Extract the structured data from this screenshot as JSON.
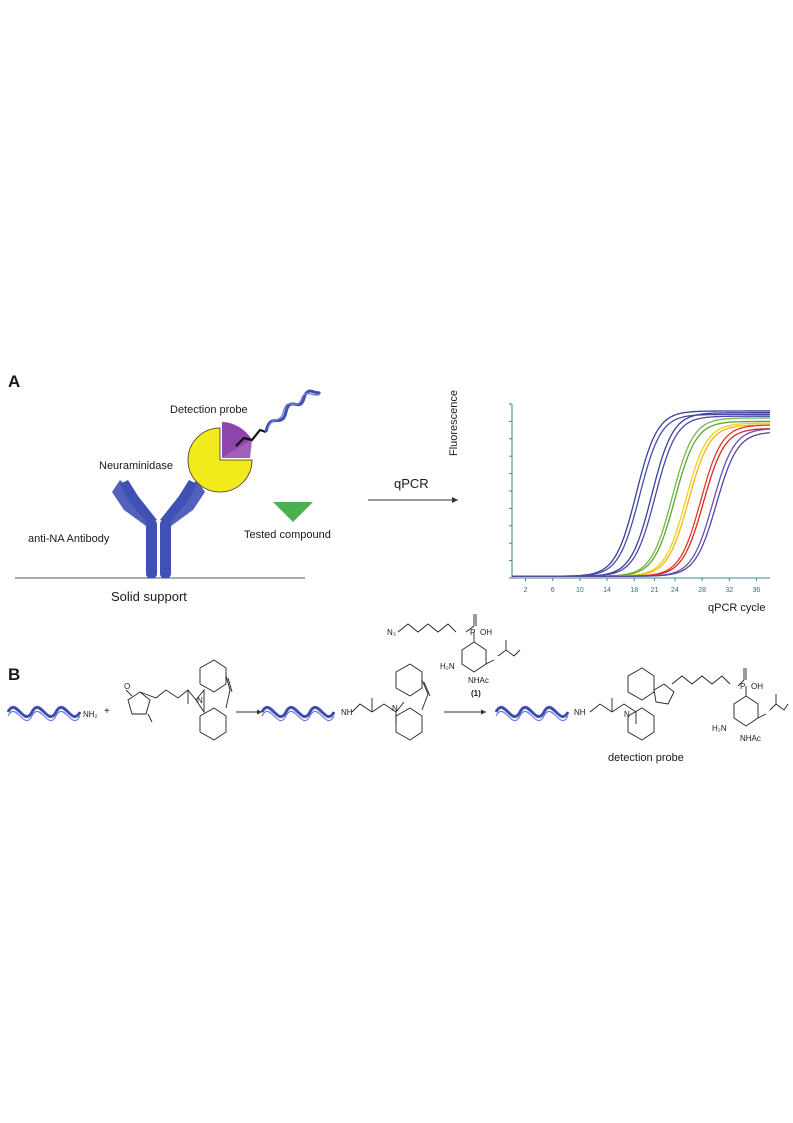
{
  "panel_a": {
    "letter": "A",
    "labels": {
      "detection_probe": "Detection probe",
      "neuraminidase": "Neuraminidase",
      "antibody": "anti-NA Antibody",
      "tested_compound": "Tested compound",
      "solid_support": "Solid support",
      "arrow": "qPCR"
    },
    "colors": {
      "antibody": "#3f51b5",
      "enzyme": "#f3ea1c",
      "probe_wedge": "#8e44ad",
      "compound": "#4caf50",
      "dna": "#3c4fb0"
    }
  },
  "chart_data": {
    "type": "line",
    "xlabel": "qPCR cycle",
    "ylabel": "Fluorescence",
    "x_ticks": [
      "2",
      "6",
      "10",
      "14",
      "18",
      "21",
      "24",
      "28",
      "32",
      "36"
    ],
    "x_tick_values": [
      2,
      6,
      10,
      14,
      18,
      21,
      24,
      28,
      32,
      36
    ],
    "xlim": [
      0,
      38
    ],
    "ylim": [
      0,
      1
    ],
    "grid": false,
    "legend": "none",
    "series": [
      {
        "color": "#3b3f9e",
        "ct": 18.3,
        "plateau": 0.96
      },
      {
        "color": "#4a4aa8",
        "ct": 18.8,
        "plateau": 0.94
      },
      {
        "color": "#3b3f9e",
        "ct": 20.6,
        "plateau": 0.95
      },
      {
        "color": "#4a4aa8",
        "ct": 21.1,
        "plateau": 0.93
      },
      {
        "color": "#7ab648",
        "ct": 23.6,
        "plateau": 0.92
      },
      {
        "color": "#5aa832",
        "ct": 24.0,
        "plateau": 0.9
      },
      {
        "color": "#e8d21a",
        "ct": 25.6,
        "plateau": 0.89
      },
      {
        "color": "#f2b807",
        "ct": 26.0,
        "plateau": 0.88
      },
      {
        "color": "#e43a2c",
        "ct": 27.8,
        "plateau": 0.88
      },
      {
        "color": "#d62a2a",
        "ct": 28.2,
        "plateau": 0.86
      },
      {
        "color": "#6e4fb0",
        "ct": 29.6,
        "plateau": 0.86
      },
      {
        "color": "#5646a8",
        "ct": 30.1,
        "plateau": 0.84
      }
    ]
  },
  "panel_b": {
    "letter": "B",
    "plus": "+",
    "nh2": "NH₂",
    "nh": "NH",
    "o": "O",
    "n": "N",
    "azide": "N₃",
    "p": "P",
    "oh": "OH",
    "h2n": "H₂N",
    "nhac": "NHAc",
    "compound_label": "(1)",
    "product_label": "detection probe"
  }
}
